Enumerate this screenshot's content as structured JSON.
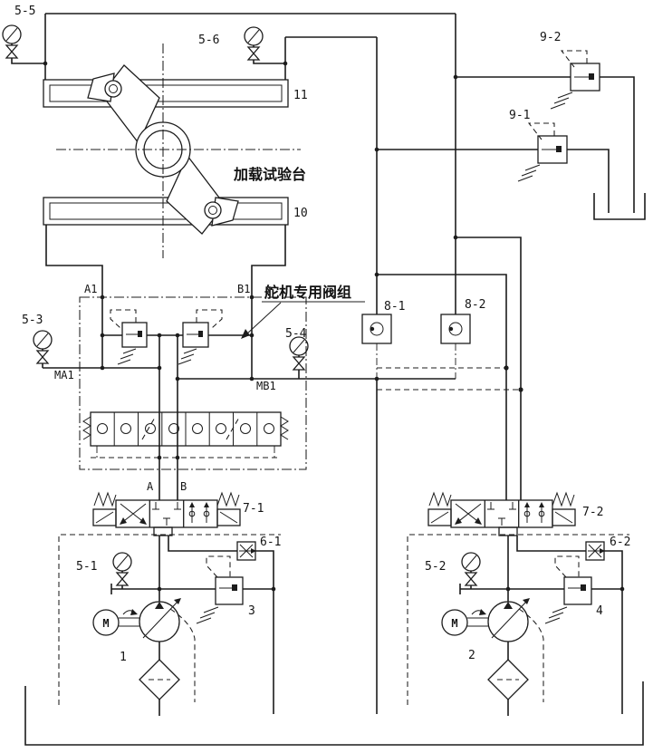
{
  "colors": {
    "ink": "#1c1c1c",
    "paper": "#ffffff"
  },
  "bench": {
    "title": "加载试验台",
    "cyl_upper": "11",
    "cyl_lower": "10",
    "gauge_left": "5-5",
    "gauge_right": "5-6"
  },
  "vg": {
    "title": "舵机专用阀组",
    "a1": "A1",
    "b1": "B1",
    "ma1": "MA1",
    "mb1": "MB1",
    "gauge_a": "5-3",
    "gauge_b": "5-4",
    "port_a": "A",
    "port_b": "B"
  },
  "cv": {
    "left": "8-1",
    "right": "8-2"
  },
  "rt": {
    "upper": "9-2",
    "lower": "9-1"
  },
  "s1": {
    "dcv": "7-1",
    "throttle": "6-1",
    "gauge": "5-1",
    "relief": "3",
    "pump": "1",
    "motor": "M"
  },
  "s2": {
    "dcv": "7-2",
    "throttle": "6-2",
    "gauge": "5-2",
    "relief": "4",
    "pump": "2",
    "motor": "M"
  }
}
